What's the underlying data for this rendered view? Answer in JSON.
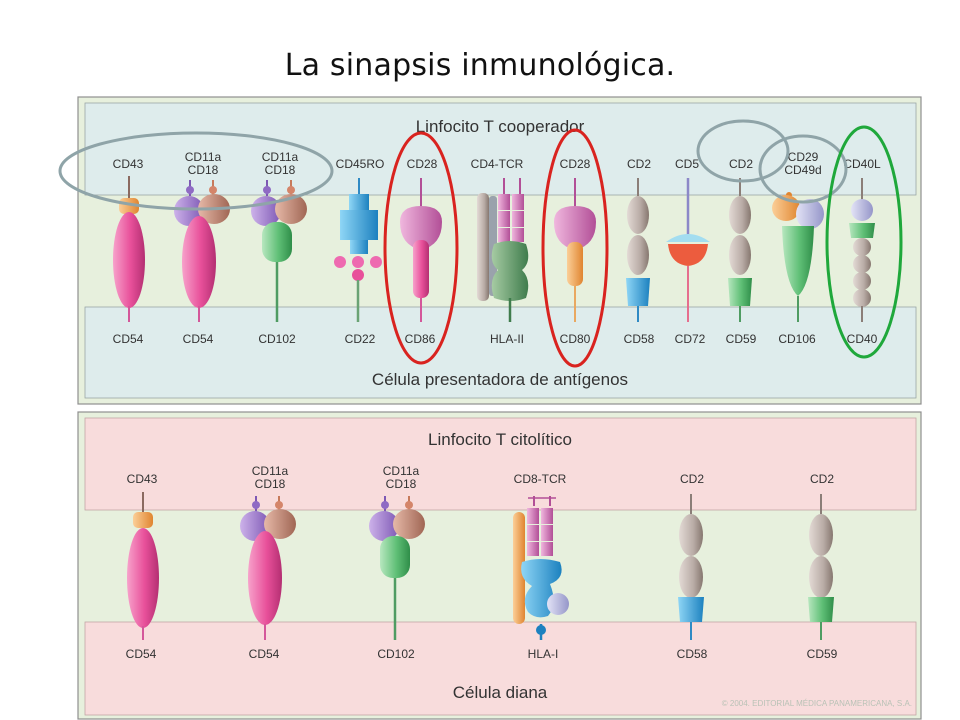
{
  "title": "La sinapsis inmunológica.",
  "top_panel": {
    "upper_cell": "Linfocito T cooperador",
    "lower_cell": "Célula presentadora de antígenos",
    "top_labels": [
      [
        "CD43"
      ],
      [
        "CD11a",
        "CD18"
      ],
      [
        "CD11a",
        "CD18"
      ],
      [
        "CD45RO"
      ],
      [
        "CD28"
      ],
      [
        "CD4-TCR"
      ],
      [
        "CD28"
      ],
      [
        "CD2"
      ],
      [
        "CD5"
      ],
      [
        "CD2"
      ],
      [
        "CD29",
        "CD49d"
      ],
      [
        "CD40L"
      ]
    ],
    "bottom_labels": [
      "CD54",
      "CD54",
      "CD102",
      "CD22",
      "CD86",
      "HLA-II",
      "CD80",
      "CD58",
      "CD72",
      "CD59",
      "CD106",
      "CD40"
    ]
  },
  "bottom_panel": {
    "upper_cell": "Linfocito T citolítico",
    "lower_cell": "Célula diana",
    "top_labels": [
      [
        "CD43"
      ],
      [
        "CD11a",
        "CD18"
      ],
      [
        "CD11a",
        "CD18"
      ],
      [
        "CD8-TCR"
      ],
      [
        "CD2"
      ],
      [
        "CD2"
      ]
    ],
    "bottom_labels": [
      "CD54",
      "CD54",
      "CD102",
      "HLA-I",
      "CD58",
      "CD59"
    ]
  },
  "copyright": "© 2004. EDITORIAL MÉDICA PANAMERICANA, S.A.",
  "colors": {
    "membrane_blue": "#deecec",
    "membrane_pink": "#f8dcdc",
    "cytoplasm_green": "#e7f0dd",
    "pink": "#e8509a",
    "purple": "#a47ad0",
    "orange": "#f0a050",
    "green": "#5fbf76",
    "gray": "#b9aca6",
    "blue": "#2f9fd8",
    "mauve": "#d773b9",
    "salmon": "#c48a77",
    "ring_gray": "#8fa4a8",
    "ring_red": "#d9231f",
    "ring_green": "#1fa83b"
  }
}
